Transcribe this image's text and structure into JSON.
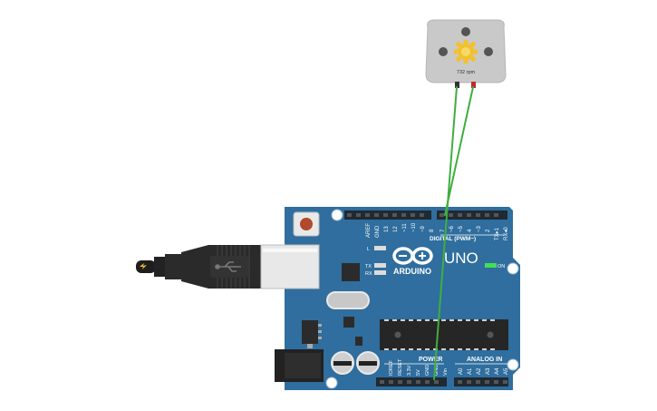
{
  "motor": {
    "rpm_label": "732 rpm"
  },
  "board": {
    "brand": "ARDUINO",
    "model": "UNO",
    "on_label": "ON",
    "l_label": "L",
    "tx_label": "TX",
    "rx_label": "RX",
    "digital_label": "DIGITAL (PWM~)",
    "power_label": "POWER",
    "analog_label": "ANALOG IN",
    "digital_pins": [
      "AREF",
      "GND",
      "13",
      "12",
      "~11",
      "~10",
      "~9",
      "8",
      "7",
      "~6",
      "~5",
      "4",
      "~3",
      "2",
      "TX▸1",
      "RX◂0"
    ],
    "power_pins": [
      "IOREF",
      "RESET",
      "3.3V",
      "5V",
      "GND",
      "GND",
      "Vin"
    ],
    "analog_pins": [
      "A0",
      "A1",
      "A2",
      "A3",
      "A4",
      "A5"
    ]
  },
  "colors": {
    "board": "#2f6e9e",
    "header": "#1f2a33",
    "wire": "#3fae3f",
    "motor_body": "#c9c9c9",
    "gear": "#f2c12e",
    "reset_button": "#b04a2a",
    "led_on": "#44dd55"
  }
}
